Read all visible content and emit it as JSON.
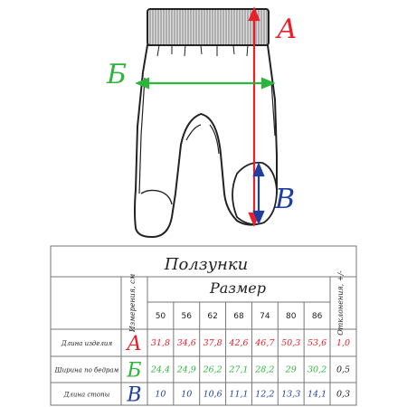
{
  "diagram": {
    "labels": {
      "a": "А",
      "b": "Б",
      "v": "В"
    },
    "colors": {
      "a": "#e8202a",
      "b": "#2db43c",
      "v": "#1e3fa0",
      "ink": "#222222"
    }
  },
  "table": {
    "title": "Ползунки",
    "size_header": "Размер",
    "unit_header": "Измерения, см",
    "tolerance_header": "Отклонения, +/-",
    "sizes": [
      "50",
      "56",
      "62",
      "68",
      "74",
      "80",
      "86"
    ],
    "rows": [
      {
        "name": "Длина изделия",
        "letter": "А",
        "color": "#e8202a",
        "values": [
          "31,8",
          "34,6",
          "37,8",
          "42,6",
          "46,7",
          "50,3",
          "53,6"
        ],
        "tolerance": "1,0"
      },
      {
        "name": "Ширина по бедрам",
        "letter": "Б",
        "color": "#2db43c",
        "values": [
          "24,4",
          "24,9",
          "26,2",
          "27,1",
          "28,2",
          "29",
          "30,2"
        ],
        "tolerance": "0,5"
      },
      {
        "name": "Длина стопы",
        "letter": "В",
        "color": "#1e3fa0",
        "values": [
          "10",
          "10",
          "10,6",
          "11,1",
          "12,2",
          "13,3",
          "14,1"
        ],
        "tolerance": "0,3"
      }
    ]
  }
}
